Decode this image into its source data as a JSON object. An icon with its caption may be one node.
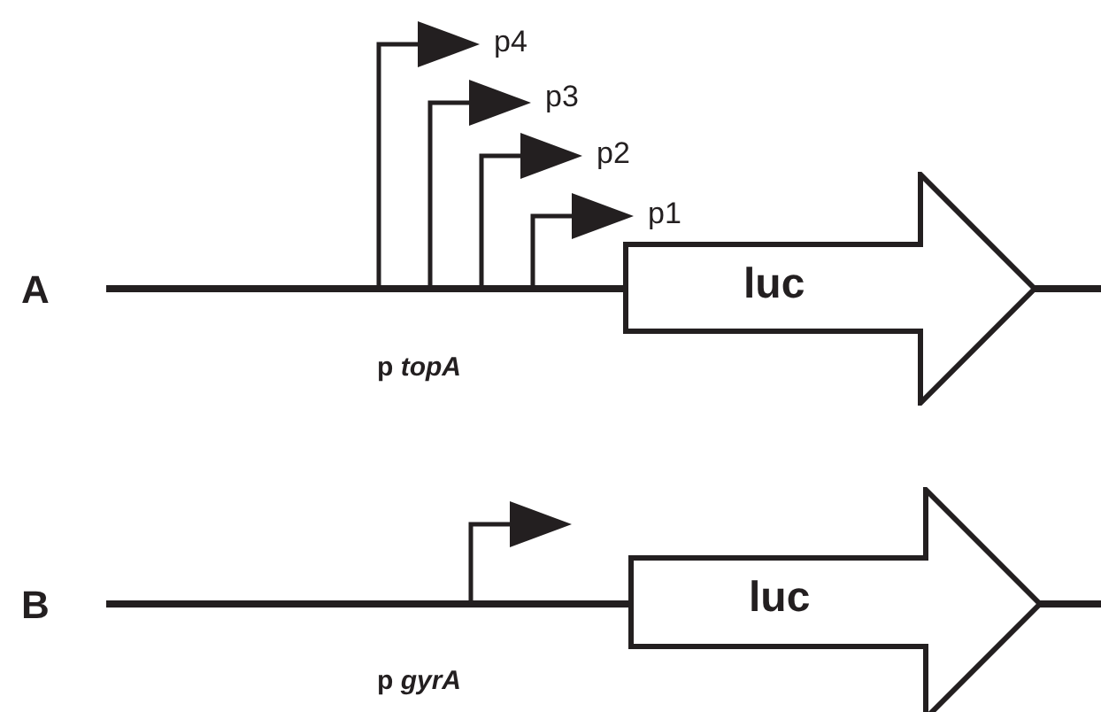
{
  "diagram": {
    "nodes": [
      {
        "text": [
          "luc"
        ]
      },
      {
        "text": [
          "luc"
        ]
      }
    ],
    "labels": [
      "p4",
      "p3",
      "p2",
      "p1",
      "A",
      "p *topA*",
      "B",
      "p *gyrA*"
    ]
  }
}
